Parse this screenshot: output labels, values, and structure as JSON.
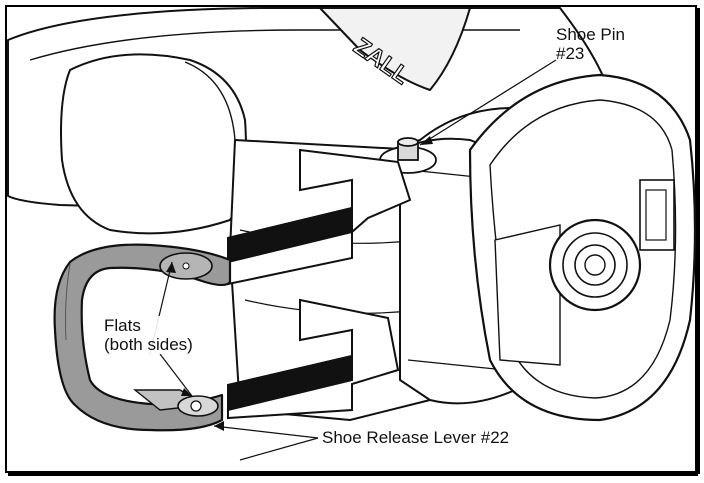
{
  "callouts": {
    "shoe_pin": [
      "Shoe Pin",
      "#23"
    ],
    "flats": [
      "Flats",
      "(both sides)"
    ],
    "shoe_release_lever": "Shoe Release Lever #22"
  },
  "colors": {
    "ink": "#111111",
    "lever_fill": "#9a9a9a",
    "panel_fill": "#ffffff",
    "frame": "#000000"
  },
  "logo_fragment": "ZALL"
}
